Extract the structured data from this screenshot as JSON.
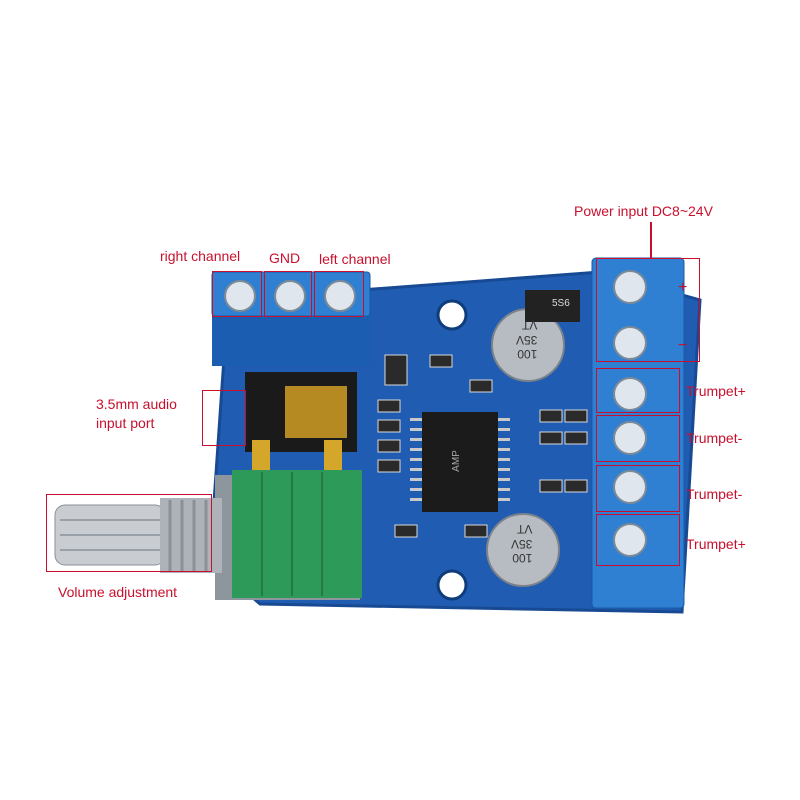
{
  "labels": {
    "power_input": "Power input DC8~24V",
    "plus": "+",
    "minus": "−",
    "right_channel": "right channel",
    "gnd": "GND",
    "left_channel": "left channel",
    "audio_port_line1": "3.5mm audio",
    "audio_port_line2": "input port",
    "trumpet_1": "Trumpet+",
    "trumpet_2": "Trumpet-",
    "trumpet_3": "Trumpet-",
    "trumpet_4": "Trumpet+",
    "volume": "Volume adjustment"
  },
  "components": {
    "cap_top_line1": "100",
    "cap_top_line2": "35V",
    "cap_top_line3": "VT",
    "cap_bottom_line1": "100",
    "cap_bottom_line2": "35V",
    "cap_bottom_line3": "VT",
    "inductor_code": "5S6",
    "chip_marking": "AMP"
  },
  "colors": {
    "pcb": "#1e5bb0",
    "terminal": "#2f7fd2",
    "potentiometer": "#2e9a5a",
    "annotation": "#c8102e"
  }
}
